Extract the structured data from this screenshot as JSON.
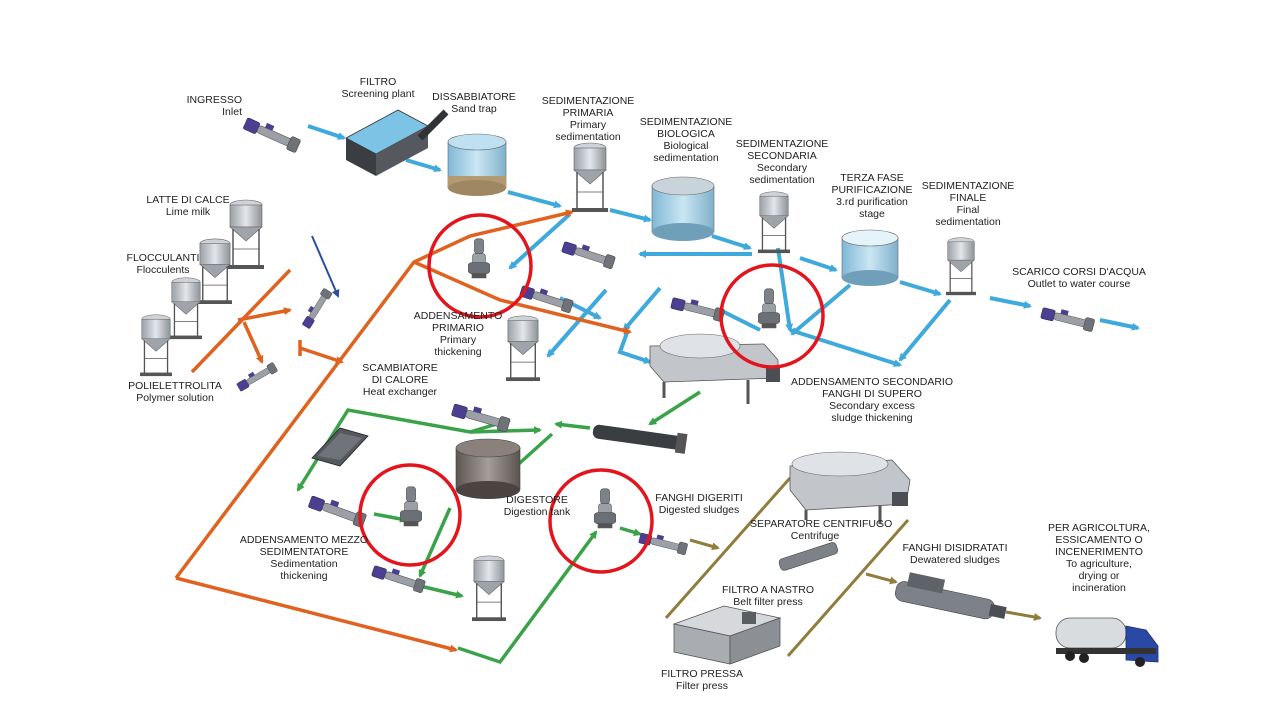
{
  "colors": {
    "water": "#3fa9dc",
    "sludge_orange": "#e0621f",
    "digest_green": "#3aa34a",
    "dewater_olive": "#8f7d3c",
    "reagent_blue": "#2a4fa0",
    "highlight_red": "#e3141b",
    "pump_purple": "#4b3f8f",
    "equipment_gray": "#b9bcc1"
  },
  "labels": {
    "inlet": {
      "it": "INGRESSO",
      "en": "Inlet"
    },
    "filter": {
      "it": "FILTRO",
      "en": "Screening plant"
    },
    "sand_trap": {
      "it": "DISSABBIATORE",
      "en": "Sand trap"
    },
    "primary_sed": {
      "it1": "SEDIMENTAZIONE",
      "it2": "PRIMARIA",
      "en1": "Primary",
      "en2": "sedimentation"
    },
    "bio_sed": {
      "it1": "SEDIMENTAZIONE",
      "it2": "BIOLOGICA",
      "en1": "Biological",
      "en2": "sedimentation"
    },
    "secondary_sed": {
      "it1": "SEDIMENTAZIONE",
      "it2": "SECONDARIA",
      "en1": "Secondary",
      "en2": "sedimentation"
    },
    "third_stage": {
      "it1": "TERZA FASE",
      "it2": "PURIFICAZIONE",
      "en1": "3.rd purification",
      "en2": "stage"
    },
    "final_sed": {
      "it1": "SEDIMENTAZIONE",
      "it2": "FINALE",
      "en1": "Final",
      "en2": "sedimentation"
    },
    "outlet": {
      "it": "SCARICO CORSI D'ACQUA",
      "en": "Outlet to water course"
    },
    "lime": {
      "it": "LATTE DI CALCE",
      "en": "Lime milk"
    },
    "flocculants": {
      "it": "FLOCCULANTI",
      "en": "Flocculents"
    },
    "polymer": {
      "it": "POLIELETTROLITA",
      "en": "Polymer solution"
    },
    "primary_thick": {
      "it1": "ADDENSAMENTO",
      "it2": "PRIMARIO",
      "en1": "Primary",
      "en2": "thickening"
    },
    "heat_exchanger": {
      "it1": "SCAMBIATORE",
      "it2": "DI CALORE",
      "en": "Heat exchanger"
    },
    "secondary_thick": {
      "it1": "ADDENSAMENTO SECONDARIO",
      "it2": "FANGHI DI SUPERO",
      "en1": "Secondary excess",
      "en2": "sludge thickening"
    },
    "digester": {
      "it": "DIGESTORE",
      "en": "Digestion tank"
    },
    "digested": {
      "it": "FANGHI DIGERITI",
      "en": "Digested sludges"
    },
    "sed_thick": {
      "it1": "ADDENSAMENTO MEZZO",
      "it2": "SEDIMENTATORE",
      "en1": "Sedimentation",
      "en2": "thickening"
    },
    "centrifuge": {
      "it": "SEPARATORE CENTRIFUGO",
      "en": "Centrifuge"
    },
    "dewatered": {
      "it": "FANGHI DISIDRATATI",
      "en": "Dewatered sludges"
    },
    "belt_press": {
      "it": "FILTRO A NASTRO",
      "en": "Belt filter press"
    },
    "filter_press": {
      "it": "FILTRO PRESSA",
      "en": "Filter press"
    },
    "agriculture": {
      "it1": "PER AGRICOLTURA,",
      "it2": "ESSICAMENTO O",
      "it3": "INCENERIMENTO",
      "en1": "To agriculture,",
      "en2": "drying or",
      "en3": "incineration"
    }
  }
}
